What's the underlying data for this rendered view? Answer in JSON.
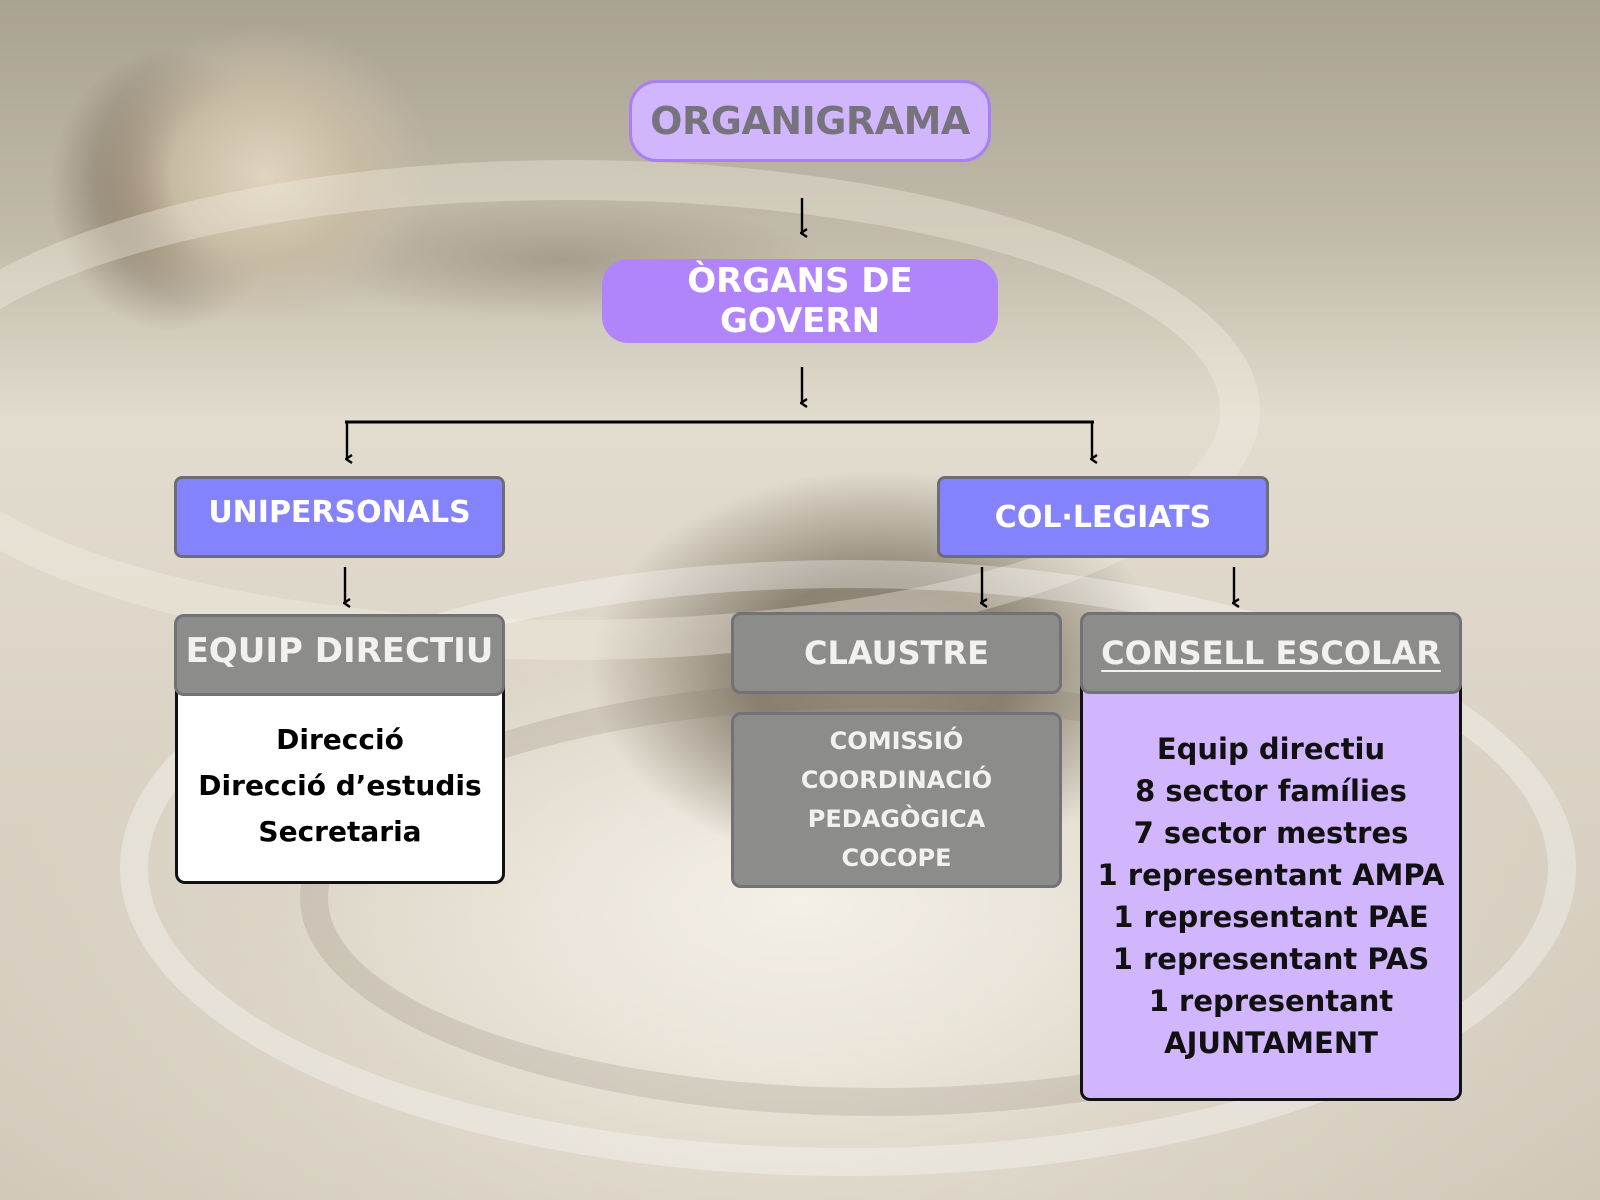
{
  "title": "ORGANIGRAMA",
  "governance": "ÒRGANS DE GOVERN",
  "branches": {
    "unipersonals": {
      "label": "UNIPERSONALS",
      "child": {
        "label": "EQUIP DIRECTIU",
        "members": [
          "Direcció",
          "Direcció d’estudis",
          "Secretaria"
        ]
      }
    },
    "collegiats": {
      "label": "COL·LEGIATS",
      "claustre": {
        "label": "CLAUSTRE",
        "sub_lines": [
          "COMISSIÓ",
          "COORDINACIÓ",
          "PEDAGÒGICA",
          "COCOPE"
        ]
      },
      "consell": {
        "label": "CONSELL ESCOLAR",
        "members": [
          "Equip directiu",
          "8 sector famílies",
          "7 sector mestres",
          "1 representant AMPA",
          "1 representant PAE",
          "1 representant PAS",
          "1 representant",
          "AJUNTAMENT"
        ]
      }
    }
  },
  "colors": {
    "title_fill": "#d1b6fe",
    "title_text": "#77737c",
    "governance_fill": "#b085fb",
    "branch_fill": "#8583fc",
    "header_fill": "#8c8d8b",
    "consell_body_fill": "#d1b6fd",
    "equip_body_fill": "#ffffff"
  }
}
